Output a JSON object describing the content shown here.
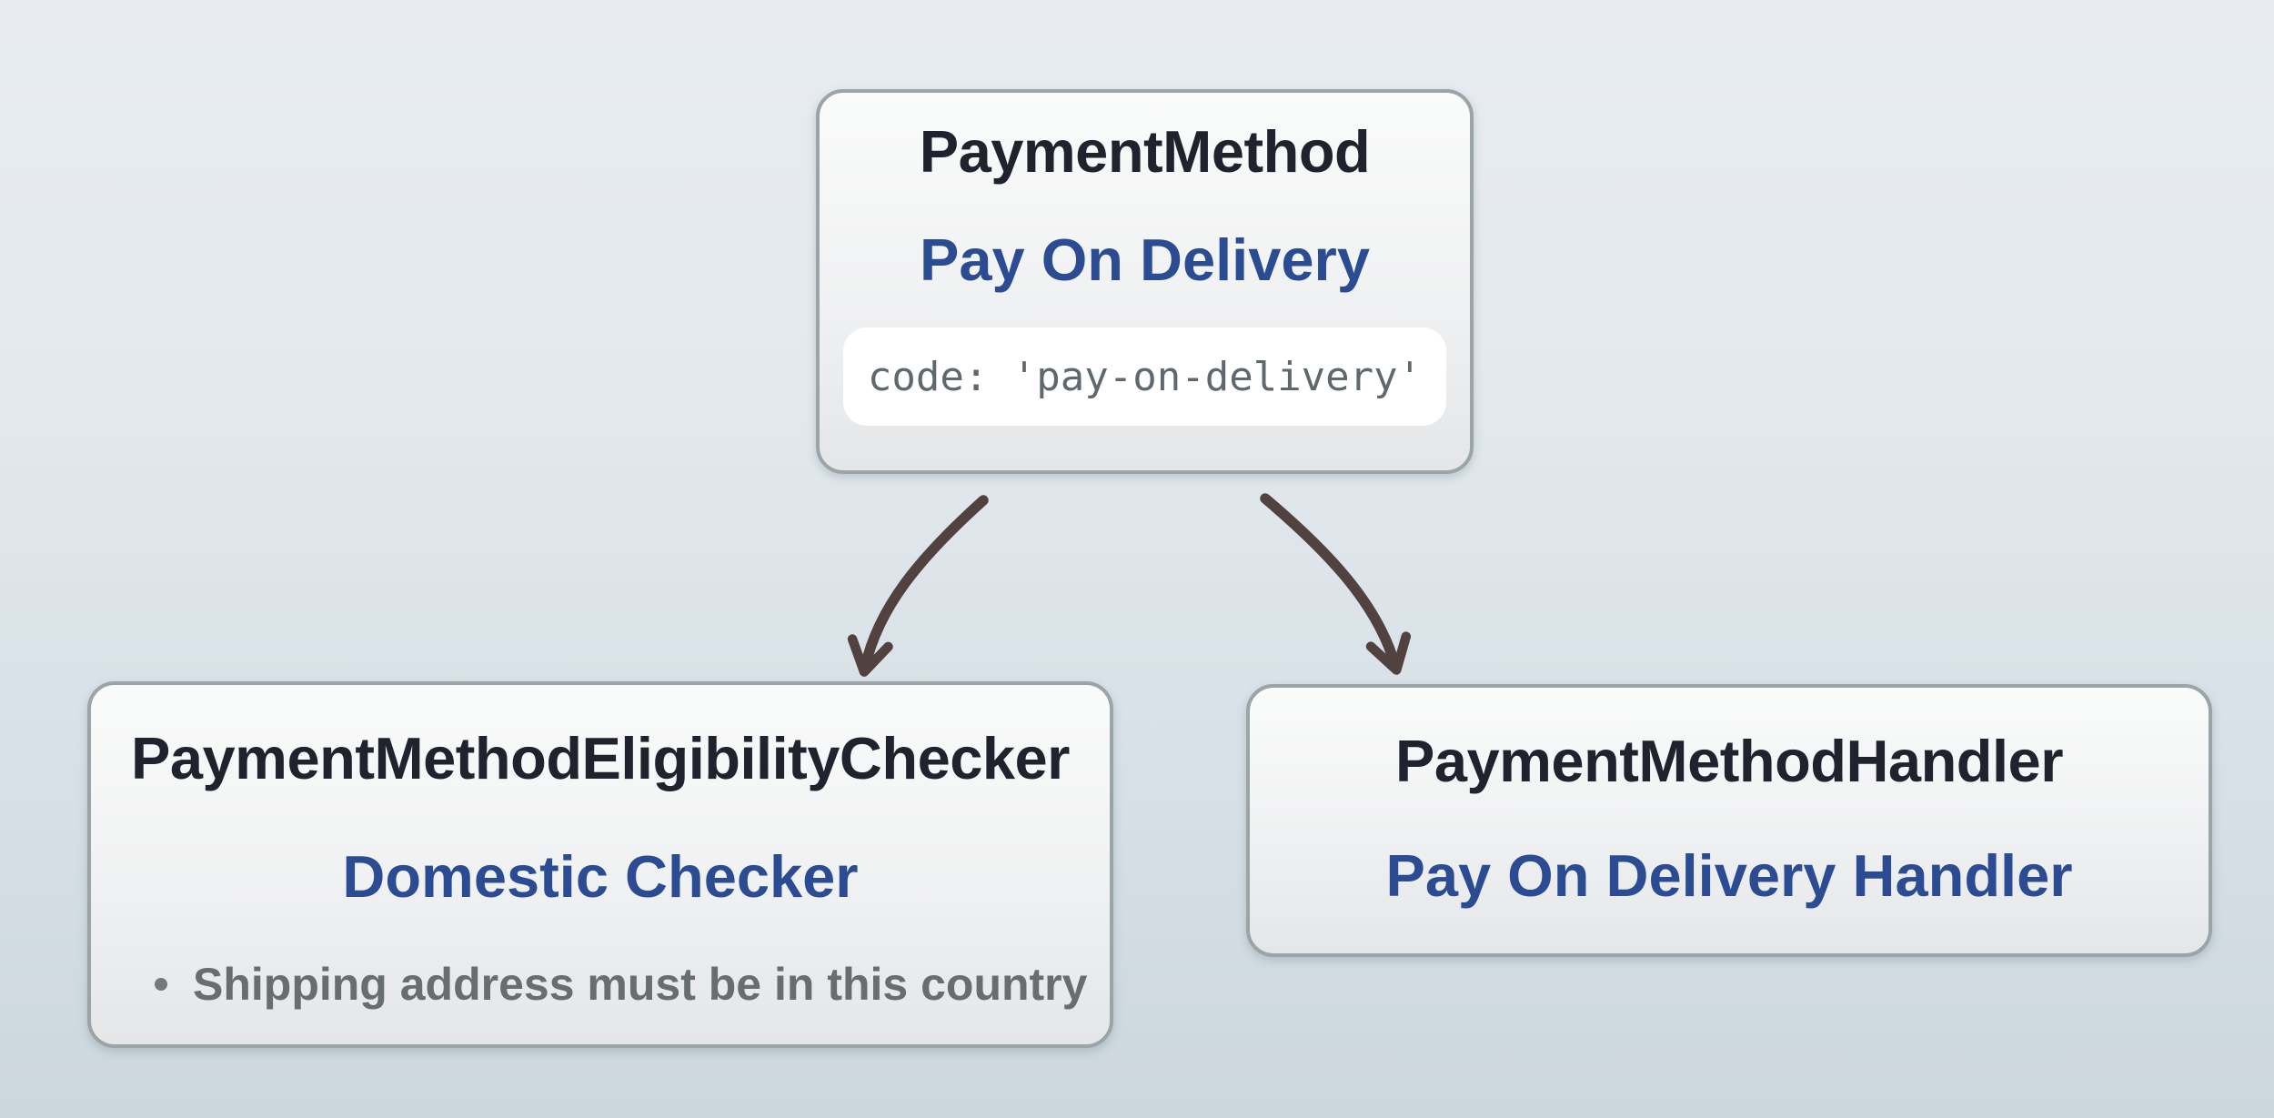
{
  "nodes": {
    "payment_method": {
      "title": "PaymentMethod",
      "subtitle": "Pay On Delivery",
      "code": "code: 'pay-on-delivery'"
    },
    "eligibility_checker": {
      "title": "PaymentMethodEligibilityChecker",
      "subtitle": "Domestic Checker",
      "bullets": [
        "Shipping address must be in this country"
      ]
    },
    "handler": {
      "title": "PaymentMethodHandler",
      "subtitle": "Pay On Delivery Handler"
    }
  },
  "edges": [
    {
      "from": "payment_method",
      "to": "eligibility_checker"
    },
    {
      "from": "payment_method",
      "to": "handler"
    }
  ],
  "colors": {
    "background_top": "#e8ecf2",
    "background_bottom": "#ccd7dd",
    "node_border": "#9ba4a7",
    "node_fill_top": "#fafbfb",
    "node_fill_bottom": "#e4e6e8",
    "title_text": "#20222d",
    "subtitle_text": "#2b4b92",
    "code_text": "#5e696e",
    "code_background": "#ffffff",
    "bullet_text": "#686d70",
    "arrow": "#514240"
  }
}
